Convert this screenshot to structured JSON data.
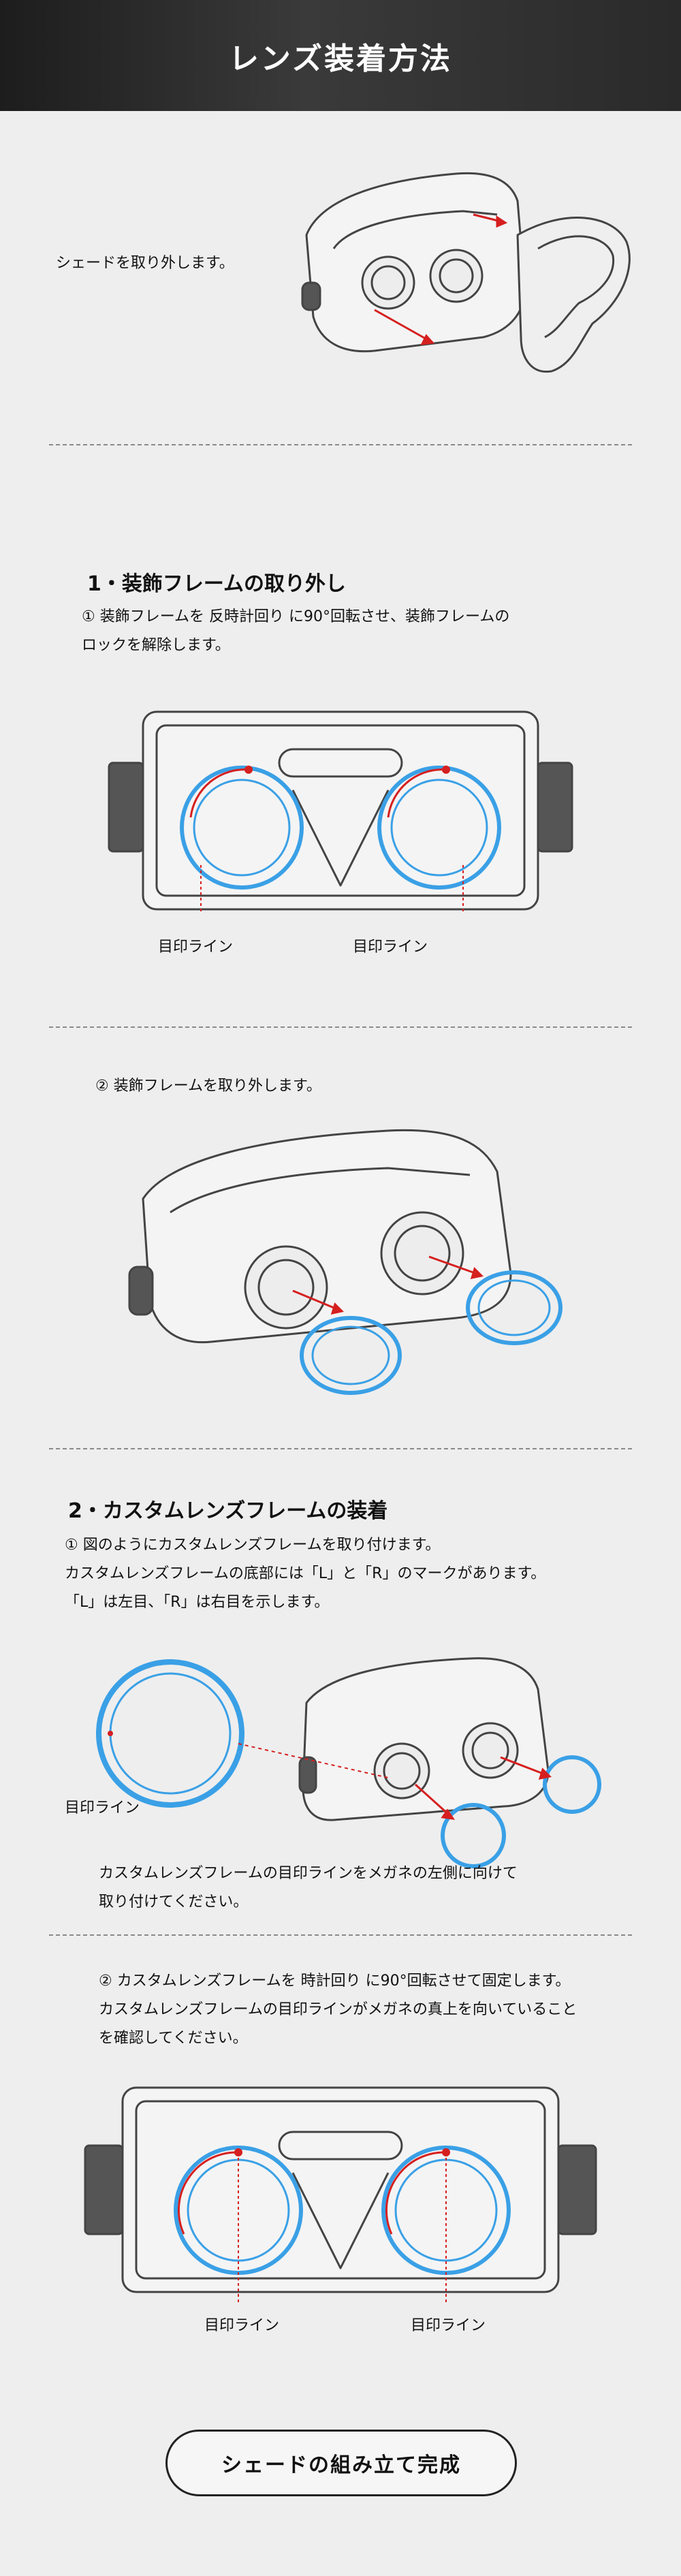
{
  "header": {
    "title": "レンズ装着方法"
  },
  "intro": {
    "text": "シェードを取り外します。"
  },
  "section1": {
    "heading": "1・装飾フレームの取り外し",
    "step1_lines": [
      "① 装飾フレームを 反時計回り に90°回転させ、装飾フレームの",
      "ロックを解除します。"
    ],
    "mark_left": "目印ライン",
    "mark_right": "目印ライン",
    "step2": "② 装飾フレームを取り外します。"
  },
  "section2": {
    "heading": "2・カスタムレンズフレームの装着",
    "step1_lines": [
      "① 図のようにカスタムレンズフレームを取り付けます。",
      "カスタムレンズフレームの底部には「L」と「R」のマークがあります。",
      "「L」は左目、「R」は右目を示します。"
    ],
    "mark": "目印ライン",
    "note_lines": [
      "カスタムレンズフレームの目印ラインをメガネの左側に向けて",
      "取り付けてください。"
    ],
    "step2_lines": [
      "② カスタムレンズフレームを 時計回り に90°回転させて固定します。",
      "カスタムレンズフレームの目印ラインがメガネの真上を向いていること",
      "を確認してください。"
    ],
    "mark_left": "目印ライン",
    "mark_right": "目印ライン"
  },
  "button": {
    "label": "シェードの組み立て完成"
  },
  "colors": {
    "accent_blue": "#3aa0e6",
    "accent_red": "#d61f1f",
    "header_bg": "#2a2a2a",
    "line": "#444444"
  }
}
